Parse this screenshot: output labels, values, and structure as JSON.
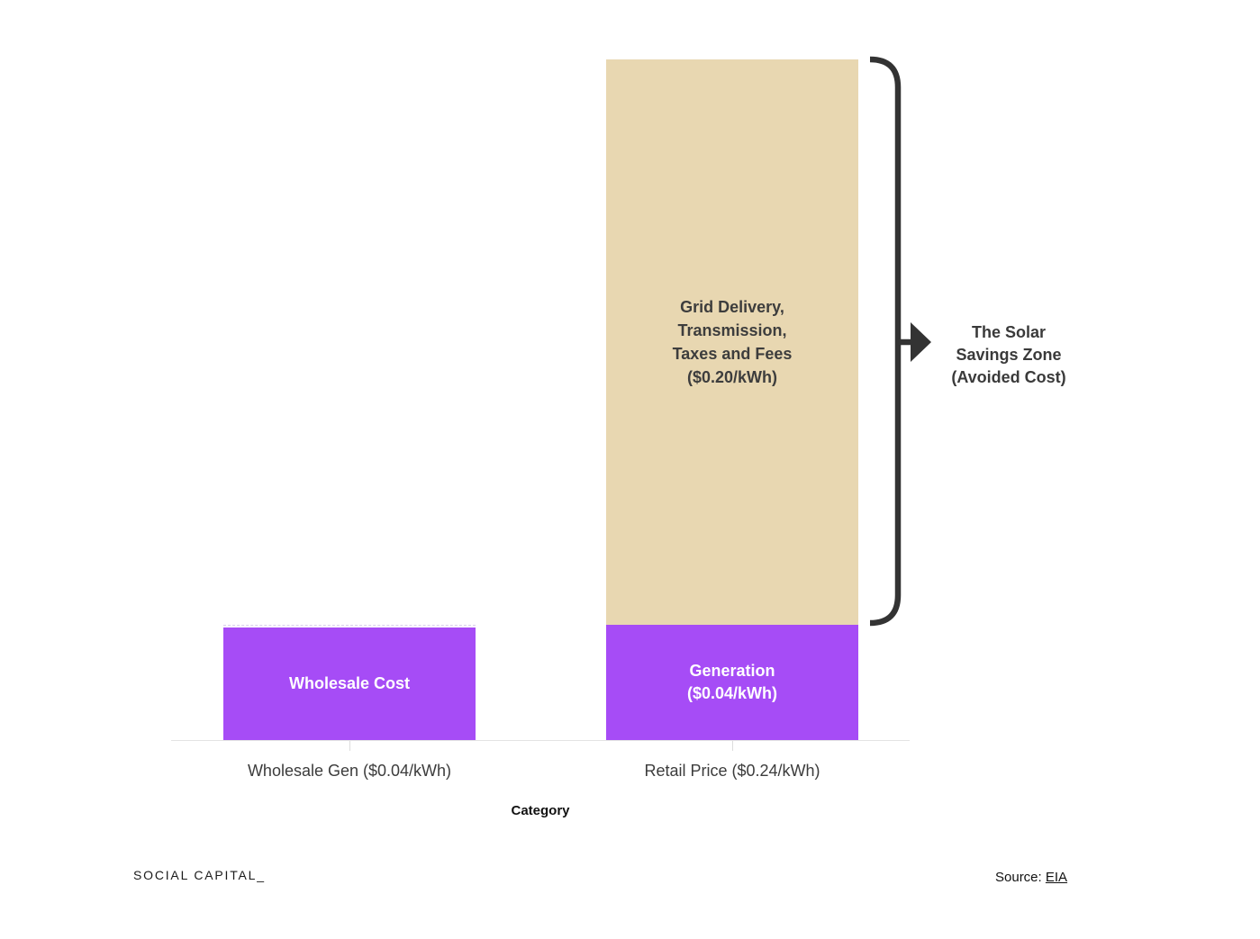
{
  "chart_data": {
    "type": "bar",
    "subtype": "stacked",
    "categories": [
      "Wholesale Gen ($0.04/kWh)",
      "Retail Price ($0.24/kWh)"
    ],
    "series": [
      {
        "name": "Generation / Wholesale Cost",
        "values": [
          0.04,
          0.04
        ],
        "color": "#a64cf6"
      },
      {
        "name": "Grid Delivery, Transmission, Taxes and Fees",
        "values": [
          0.0,
          0.2
        ],
        "color": "#e8d7b1"
      }
    ],
    "totals": [
      0.04,
      0.24
    ],
    "unit": "$/kWh",
    "title": "",
    "xlabel": "Category",
    "ylabel": "",
    "ylim": [
      0,
      0.24
    ],
    "grid": false,
    "legend": "none",
    "annotations": [
      {
        "text": "The Solar Savings Zone (Avoided Cost)",
        "target": "Grid Delivery segment of Retail Price bar",
        "style": "bracket-with-arrow"
      }
    ]
  },
  "bars": {
    "wholesale": {
      "label": "Wholesale Cost",
      "tick": "Wholesale Gen ($0.04/kWh)"
    },
    "retail": {
      "generation_lines": [
        "Generation",
        "($0.04/kWh)"
      ],
      "grid_lines": [
        "Grid Delivery,",
        "Transmission,",
        "Taxes and Fees",
        "($0.20/kWh)"
      ],
      "tick": "Retail Price ($0.24/kWh)"
    }
  },
  "axis": {
    "xlabel": "Category"
  },
  "annotation": {
    "line1": "The Solar",
    "line2": "Savings Zone",
    "line3": "(Avoided Cost)"
  },
  "footer": {
    "brand": "SOCIAL CAPITAL_",
    "source_prefix": "Source: ",
    "source_link": "EIA"
  },
  "colors": {
    "bar_purple": "#a64cf6",
    "bar_tan": "#e8d7b1",
    "bracket": "#333333",
    "axis_line": "#e3e3e3",
    "text_dark": "#3c3c3c",
    "background": "#ffffff"
  }
}
